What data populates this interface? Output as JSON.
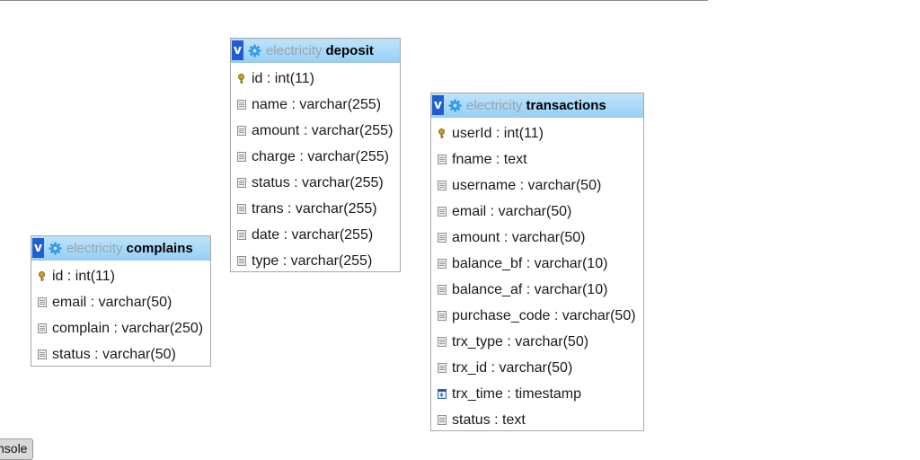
{
  "tables": [
    {
      "id": "deposit",
      "database": "electricity",
      "name": "deposit",
      "toggle": "v",
      "columns": [
        {
          "text": "id : int(11)",
          "icon": "primary-key-icon"
        },
        {
          "text": "name : varchar(255)",
          "icon": "column-icon"
        },
        {
          "text": "amount : varchar(255)",
          "icon": "column-icon"
        },
        {
          "text": "charge : varchar(255)",
          "icon": "column-icon"
        },
        {
          "text": "status : varchar(255)",
          "icon": "column-icon"
        },
        {
          "text": "trans : varchar(255)",
          "icon": "column-icon"
        },
        {
          "text": "date : varchar(255)",
          "icon": "column-icon"
        },
        {
          "text": "type : varchar(255)",
          "icon": "column-icon"
        }
      ]
    },
    {
      "id": "transactions",
      "database": "electricity",
      "name": "transactions",
      "toggle": "v",
      "columns": [
        {
          "text": "userId : int(11)",
          "icon": "primary-key-icon"
        },
        {
          "text": "fname : text",
          "icon": "column-icon"
        },
        {
          "text": "username : varchar(50)",
          "icon": "column-icon"
        },
        {
          "text": "email : varchar(50)",
          "icon": "column-icon"
        },
        {
          "text": "amount : varchar(50)",
          "icon": "column-icon"
        },
        {
          "text": "balance_bf : varchar(10)",
          "icon": "column-icon"
        },
        {
          "text": "balance_af : varchar(10)",
          "icon": "column-icon"
        },
        {
          "text": "purchase_code : varchar(50)",
          "icon": "column-icon"
        },
        {
          "text": "trx_type : varchar(50)",
          "icon": "column-icon"
        },
        {
          "text": "trx_id : varchar(50)",
          "icon": "column-icon"
        },
        {
          "text": "trx_time : timestamp",
          "icon": "timestamp-column-icon"
        },
        {
          "text": "status : text",
          "icon": "column-icon"
        }
      ]
    },
    {
      "id": "complains",
      "database": "electricity",
      "name": "complains",
      "toggle": "v",
      "columns": [
        {
          "text": "id : int(11)",
          "icon": "primary-key-icon"
        },
        {
          "text": "email : varchar(50)",
          "icon": "column-icon"
        },
        {
          "text": "complain : varchar(250)",
          "icon": "column-icon"
        },
        {
          "text": "status : varchar(50)",
          "icon": "column-icon"
        }
      ]
    }
  ],
  "console": {
    "label": "nsole"
  },
  "colors": {
    "header_gradient_top": "#bfe3fb",
    "header_gradient_bottom": "#97d0f5",
    "toggle_button": "#1d5fd1",
    "gear_icon": "#2f9ae8",
    "database_name": "#9aa3aa"
  }
}
